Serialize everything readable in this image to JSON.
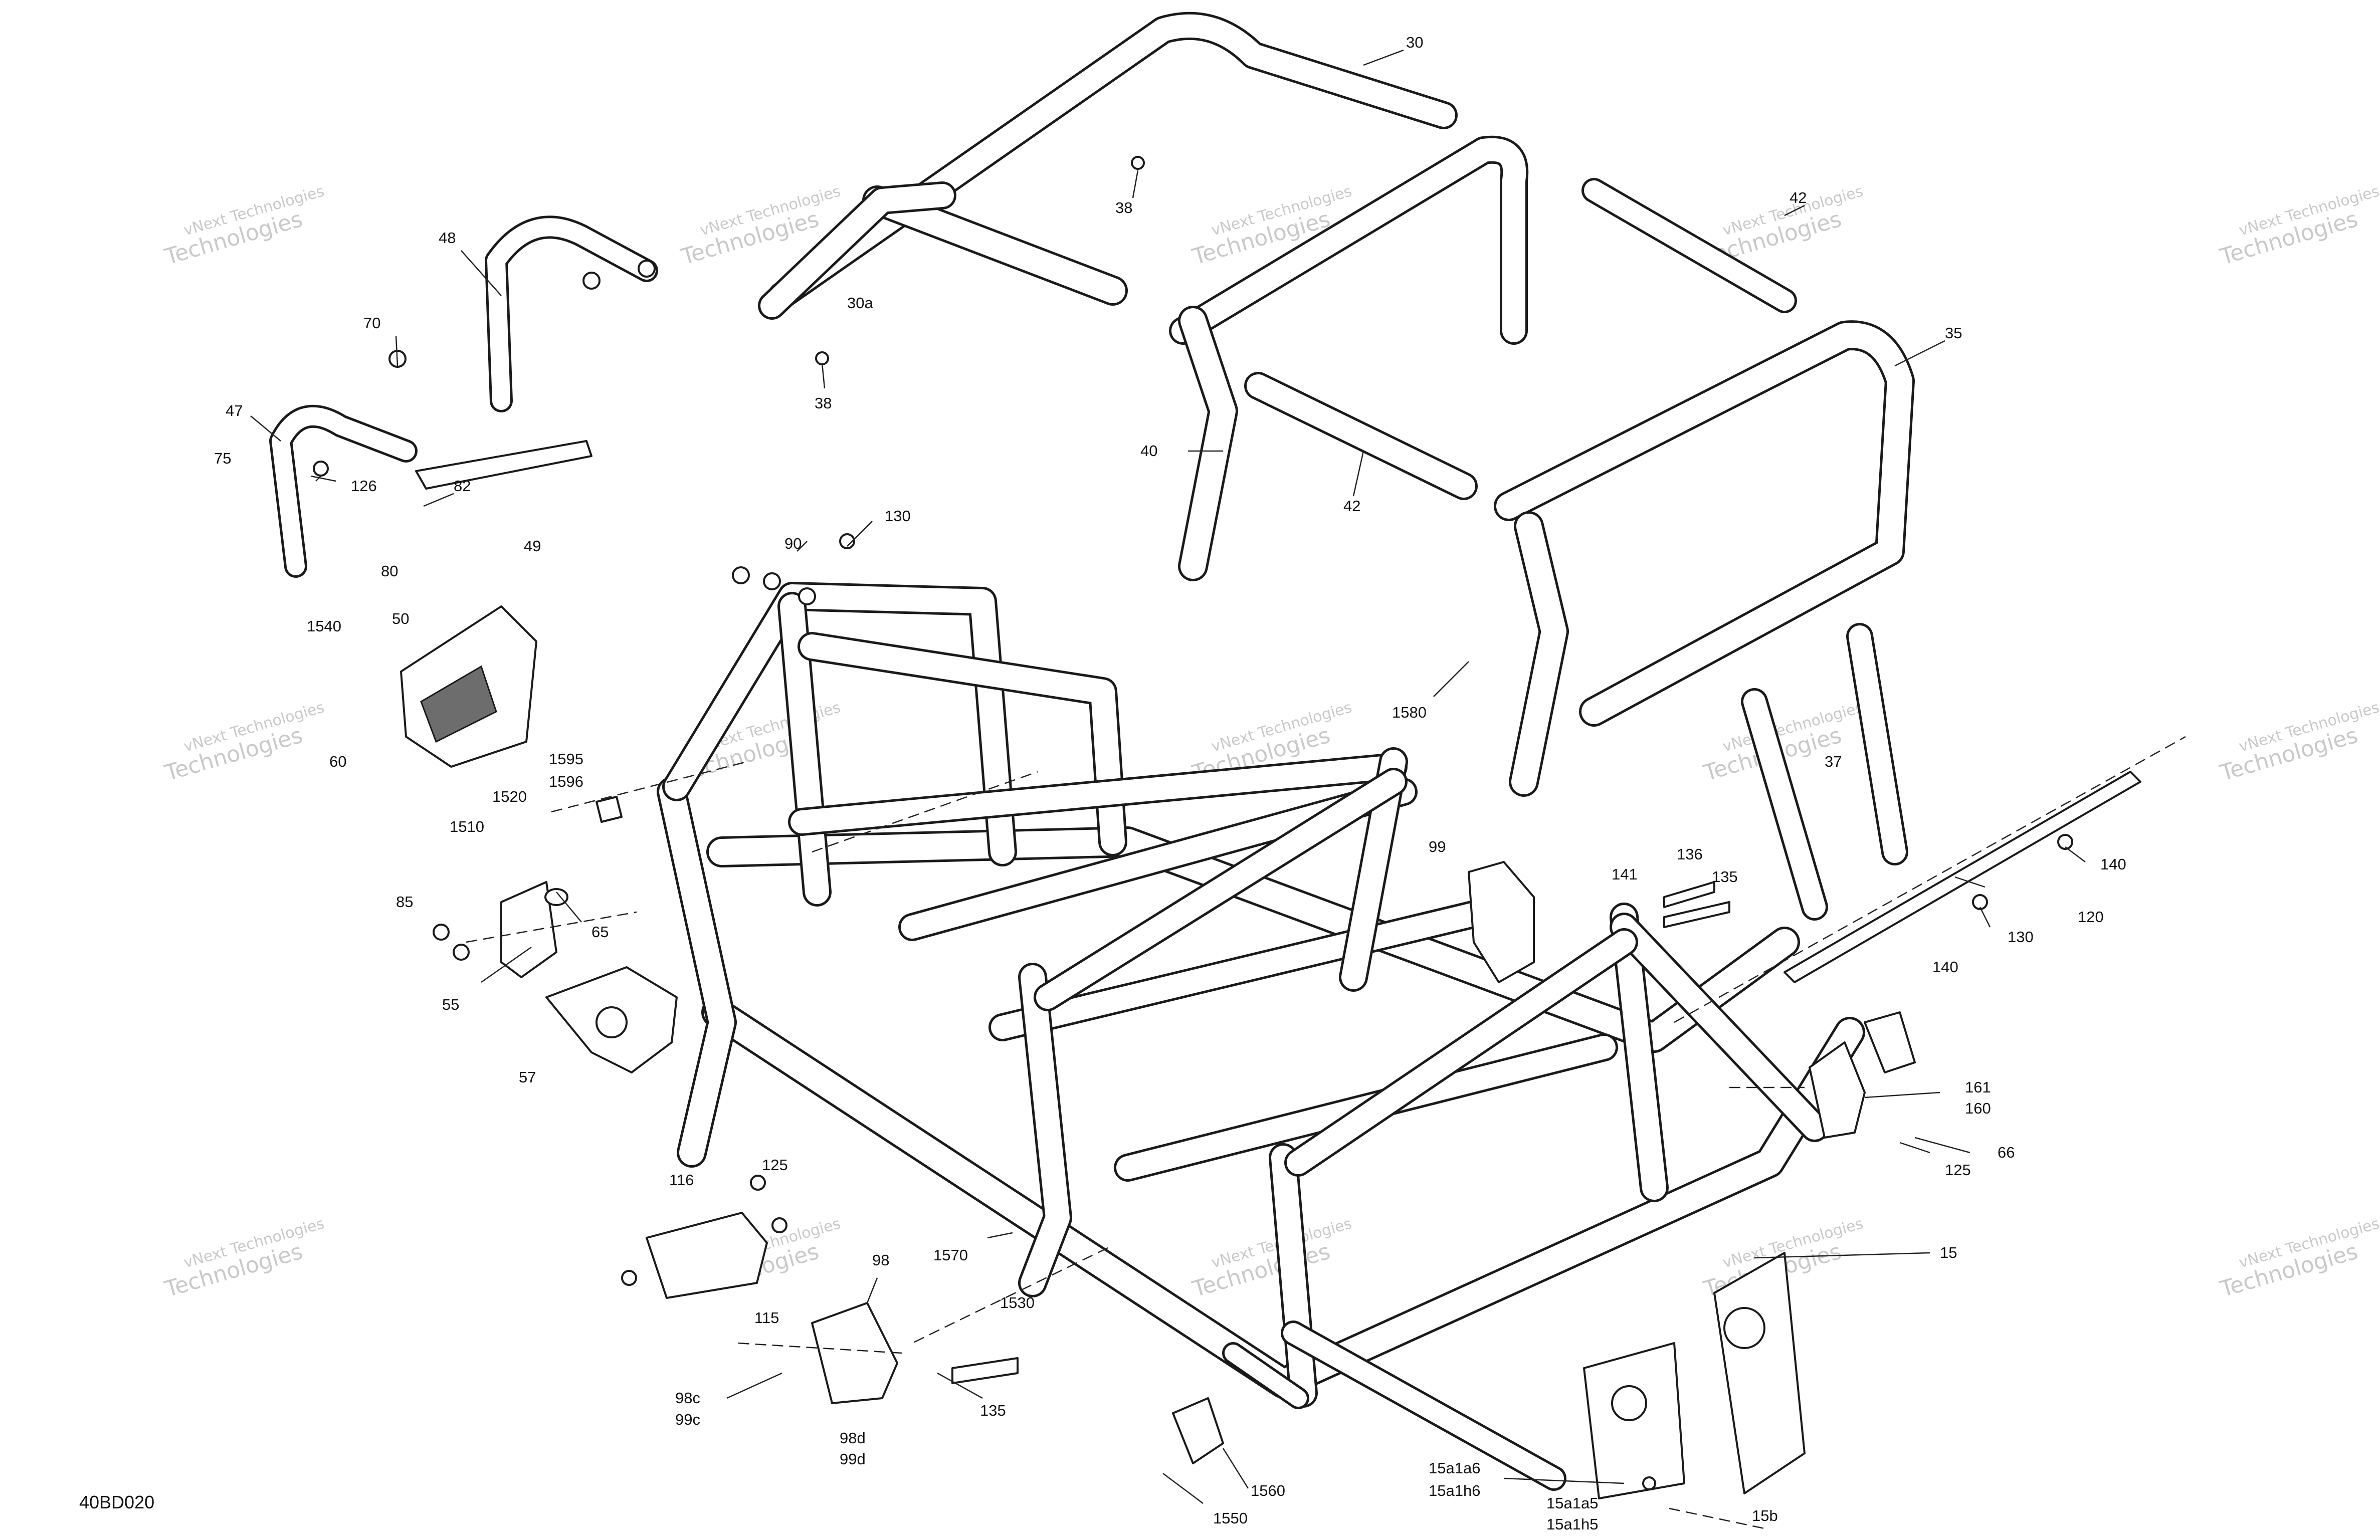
{
  "diagram": {
    "drawing_code": "40BD020",
    "watermark": {
      "line1": "vNext Technologies",
      "line2": "Technologies"
    },
    "callouts": [
      "30",
      "38",
      "30a",
      "38",
      "42",
      "35",
      "48",
      "70",
      "47",
      "75",
      "126",
      "82",
      "49",
      "80",
      "40",
      "42",
      "90",
      "130",
      "50",
      "1540",
      "60",
      "1580",
      "37",
      "1595",
      "1596",
      "1520",
      "1510",
      "85",
      "65",
      "55",
      "57",
      "99",
      "141",
      "136",
      "135",
      "140",
      "130",
      "120",
      "140",
      "161",
      "160",
      "66",
      "125",
      "116",
      "125",
      "98",
      "115",
      "98c",
      "99c",
      "98d",
      "99d",
      "1570",
      "1530",
      "135",
      "15",
      "1560",
      "1550",
      "15a1a6",
      "15a1h6",
      "15a1a5",
      "15a1h5",
      "15b"
    ]
  }
}
